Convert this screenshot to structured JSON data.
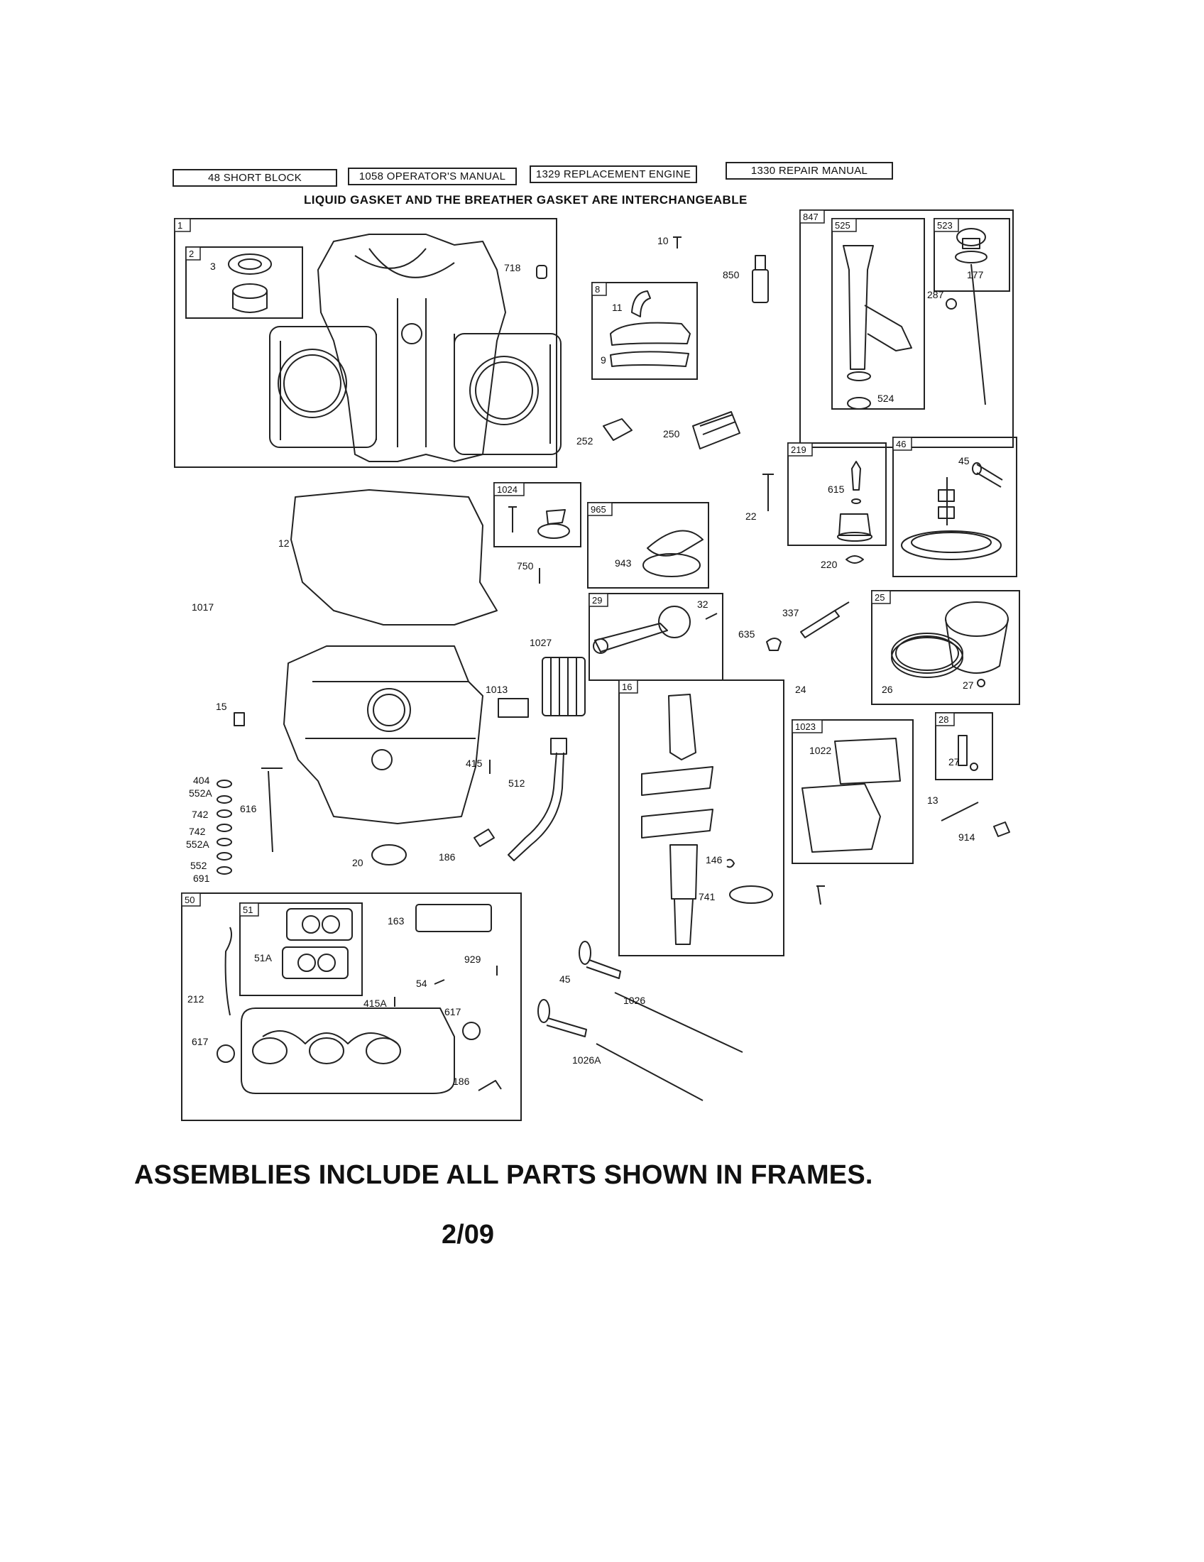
{
  "header": {
    "buttons": [
      "48 SHORT BLOCK",
      "1058 OPERATOR'S MANUAL",
      "1329 REPLACEMENT ENGINE",
      "1330 REPAIR MANUAL"
    ],
    "subtitle": "LIQUID GASKET AND THE BREATHER GASKET ARE INTERCHANGEABLE"
  },
  "frames": {
    "f1": "1",
    "f2": "2",
    "f8": "8",
    "f847": "847",
    "f525": "525",
    "f523": "523",
    "f1024": "1024",
    "f965": "965",
    "f219": "219",
    "f46": "46",
    "f29": "29",
    "f25": "25",
    "f16": "16",
    "f1023": "1023",
    "f28": "28",
    "f50": "50",
    "f51": "51"
  },
  "labels": {
    "l3": "3",
    "l718": "718",
    "l10": "10",
    "l11": "11",
    "l9": "9",
    "l850": "850",
    "l524": "524",
    "l177": "177",
    "l287": "287",
    "l252": "252",
    "l250": "250",
    "l12": "12",
    "l750": "750",
    "l943": "943",
    "l22": "22",
    "l615": "615",
    "l220": "220",
    "l45a": "45",
    "l1017": "1017",
    "l32": "32",
    "l635": "635",
    "l337": "337",
    "l1027": "1027",
    "l26": "26",
    "l27a": "27",
    "l15": "15",
    "l1013": "1013",
    "l24": "24",
    "l1022": "1022",
    "l27b": "27",
    "l415": "415",
    "l512": "512",
    "l13": "13",
    "l914": "914",
    "l404": "404",
    "l552Aa": "552A",
    "l742a": "742",
    "l742b": "742",
    "l552Ab": "552A",
    "l552": "552",
    "l691": "691",
    "l616": "616",
    "l20": "20",
    "l186a": "186",
    "l146": "146",
    "l741": "741",
    "l163": "163",
    "l929": "929",
    "l51A": "51A",
    "l54": "54",
    "l415A": "415A",
    "l617a": "617",
    "l212": "212",
    "l617b": "617",
    "l186b": "186",
    "l45b": "45",
    "l1026": "1026",
    "l1026A": "1026A"
  },
  "footer": {
    "note": "ASSEMBLIES INCLUDE ALL PARTS SHOWN IN FRAMES.",
    "date": "2/09"
  }
}
